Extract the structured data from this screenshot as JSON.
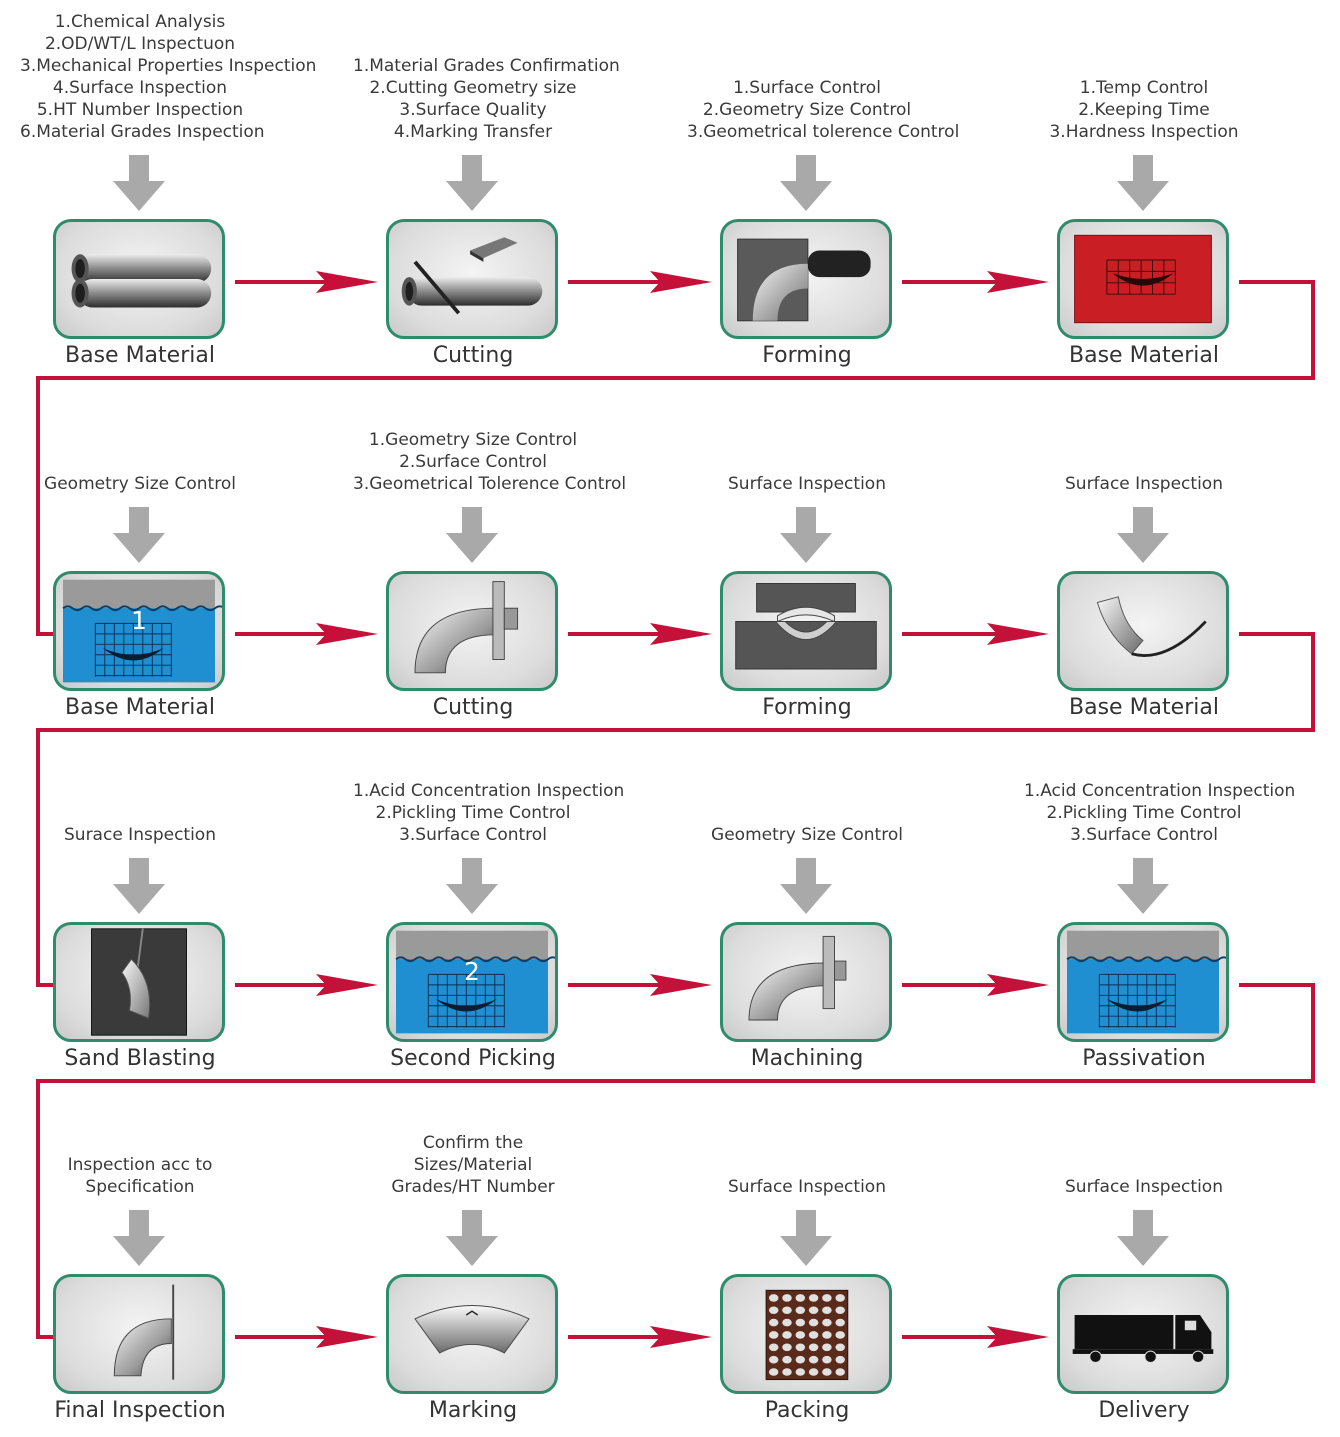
{
  "colors": {
    "flow_line": "#c4113a",
    "arrow_gray": "#a9a9a9",
    "tile_border": "#2f8c6a"
  },
  "rows": [
    {
      "steps": [
        {
          "label": "Base Material",
          "icon": "pipes-icon",
          "notes": [
            "1.Chemical Analysis",
            "2.OD/WT/L Inspectuon",
            "3.Mechanical Properties Inspection",
            "4.Surface Inspection",
            "5.HT Number Inspection",
            "6.Material Grades Inspection"
          ]
        },
        {
          "label": "Cutting",
          "icon": "pipe-cutting-icon",
          "notes": [
            "1.Material Grades Confirmation",
            "2.Cutting Geometry size",
            "3.Surface Quality",
            "4.Marking Transfer"
          ]
        },
        {
          "label": "Forming",
          "icon": "elbow-forming-die-icon",
          "notes": [
            "1.Surface Control",
            "2.Geometry Size Control",
            "3.Geometrical tolerence Control"
          ]
        },
        {
          "label": "Base Material",
          "icon": "heat-treatment-furnace-icon",
          "notes": [
            "1.Temp Control",
            "2.Keeping Time",
            "3.Hardness Inspection"
          ]
        }
      ]
    },
    {
      "steps": [
        {
          "label": "Base Material",
          "icon": "pickling-bath-1-icon",
          "bath_number": "1",
          "notes": [
            "Geometry Size Control"
          ]
        },
        {
          "label": "Cutting",
          "icon": "flanged-elbow-icon",
          "notes": [
            "1.Geometry Size Control",
            "2.Surface Control",
            "3.Geometrical Tolerence Control"
          ]
        },
        {
          "label": "Forming",
          "icon": "press-die-icon",
          "notes": [
            "Surface Inspection"
          ]
        },
        {
          "label": "Base Material",
          "icon": "elbow-bevel-icon",
          "notes": [
            "Surface Inspection"
          ]
        }
      ]
    },
    {
      "steps": [
        {
          "label": "Sand Blasting",
          "icon": "sand-blasting-icon",
          "notes": [
            "Surace Inspection"
          ]
        },
        {
          "label": "Second Picking",
          "icon": "pickling-bath-2-icon",
          "bath_number": "2",
          "notes": [
            "1.Acid Concentration Inspection",
            "2.Pickling Time Control",
            "3.Surface Control"
          ]
        },
        {
          "label": "Machining",
          "icon": "machined-elbow-icon",
          "notes": [
            "Geometry Size Control"
          ]
        },
        {
          "label": "Passivation",
          "icon": "passivation-bath-icon",
          "notes": [
            "1.Acid Concentration Inspection",
            "2.Pickling Time Control",
            "3.Surface Control"
          ]
        }
      ]
    },
    {
      "steps": [
        {
          "label": "Final Inspection",
          "icon": "elbow-gauge-icon",
          "notes": [
            "Inspection acc to",
            "Specification"
          ]
        },
        {
          "label": "Marking",
          "icon": "marked-elbow-icon",
          "notes": [
            "Confirm the",
            "Sizes/Material",
            "Grades/HT Number"
          ]
        },
        {
          "label": "Packing",
          "icon": "packed-crate-icon",
          "notes": [
            "Surface Inspection"
          ]
        },
        {
          "label": "Delivery",
          "icon": "delivery-truck-icon",
          "notes": [
            "Surface Inspection"
          ]
        }
      ]
    }
  ]
}
